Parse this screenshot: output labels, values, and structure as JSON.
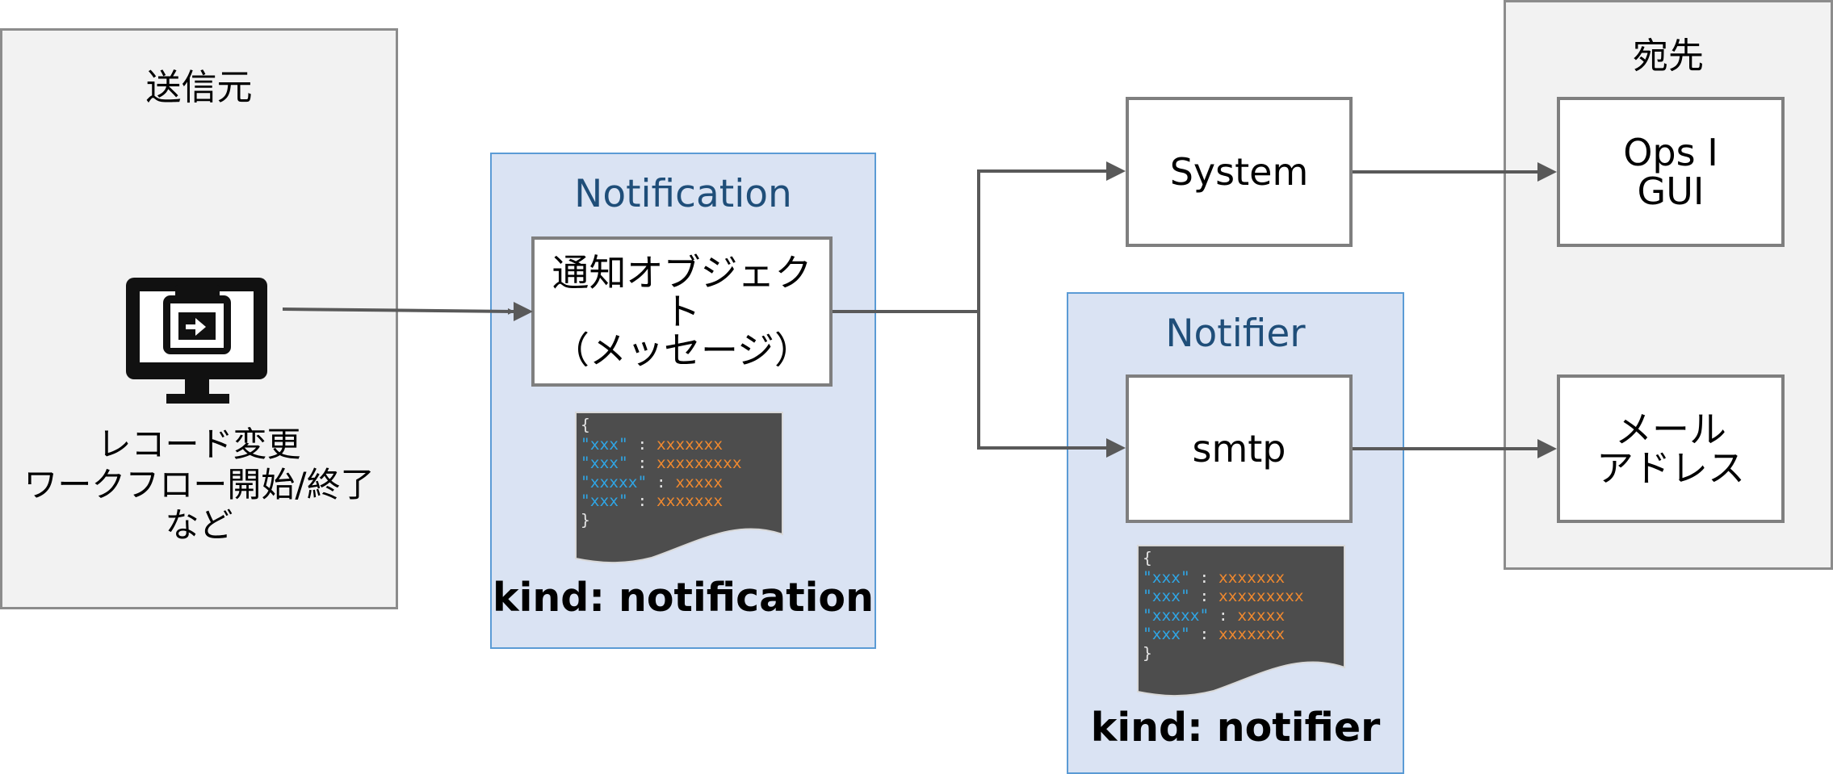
{
  "source": {
    "title": "送信元",
    "caption": "レコード変更\nワークフロー開始/終了\nなど",
    "icon": "monitor-export-icon"
  },
  "notification": {
    "title": "Notification",
    "message_node": "通知オブジェクト\n（メッセージ）",
    "kind_label": "kind: notification"
  },
  "notifier": {
    "title": "Notifier",
    "kind_label": "kind: notifier"
  },
  "nodes": {
    "system": "System",
    "smtp": "smtp"
  },
  "destination": {
    "title": "宛先",
    "ops_gui": "Ops I\nGUI",
    "mail_address": "メール\nアドレス"
  },
  "json_snippet": {
    "open_brace": "{",
    "close_brace": "}",
    "lines": [
      {
        "key": "\"xxx\"",
        "sep": " : ",
        "value": "xxxxxxx"
      },
      {
        "key": "\"xxx\"",
        "sep": " : ",
        "value": "xxxxxxxxx"
      },
      {
        "key": "\"xxxxx\"",
        "sep": " : ",
        "value": "xxxxx"
      },
      {
        "key": "\"xxx\"",
        "sep": " : ",
        "value": "xxxxxxx"
      }
    ]
  },
  "colors": {
    "panel_gray": "#f2f2f2",
    "panel_blue": "#dae3f3",
    "blue_border": "#5b9bd5",
    "blue_title": "#1f4e79",
    "node_border": "#7f7f7f",
    "arrow": "#595959",
    "json_bg": "#4d4d4d",
    "json_key": "#2fa6e6",
    "json_value": "#f0892f"
  }
}
